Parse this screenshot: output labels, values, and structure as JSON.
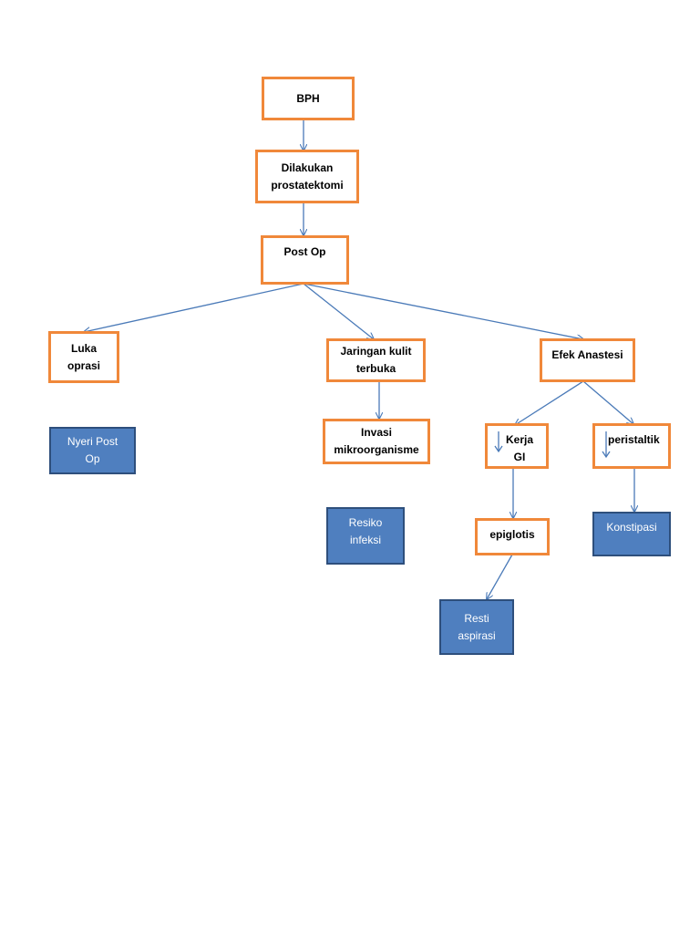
{
  "nodes": {
    "bph": {
      "text": "BPH"
    },
    "prostatektomi": {
      "line1": "Dilakukan",
      "line2": "prostatektomi"
    },
    "post_op": {
      "text": "Post Op"
    },
    "luka": {
      "line1": "Luka",
      "line2": "oprasi"
    },
    "jaringan": {
      "line1": "Jaringan kulit",
      "line2": "terbuka"
    },
    "efek": {
      "text": "Efek Anastesi"
    },
    "invasi": {
      "line1": "Invasi",
      "line2": "mikroorganisme"
    },
    "kerja": {
      "text": "Kerja GI"
    },
    "peristaltik": {
      "text": "peristaltik"
    },
    "epiglotis": {
      "text": "epiglotis"
    },
    "nyeri": {
      "line1": "Nyeri Post",
      "line2": "Op"
    },
    "resiko": {
      "line1": "Resiko",
      "line2": "infeksi"
    },
    "konstipasi": {
      "text": "Konstipasi"
    },
    "resti": {
      "line1": "Resti",
      "line2": "aspirasi"
    }
  },
  "colors": {
    "node_border": "#f0883a",
    "problem_fill": "#4f7fbf",
    "problem_border": "#2e4f7c",
    "connector": "#4a7ab8"
  }
}
